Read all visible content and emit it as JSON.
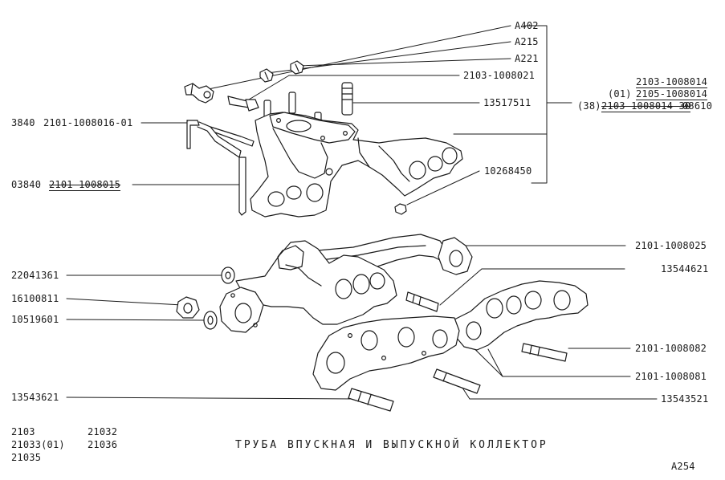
{
  "diagram": {
    "title": "ТРУБА ВПУСКНАЯ И ВЫПУСКНОЙ КОЛЛЕКТОР",
    "page_code": "A254",
    "models": {
      "col1": [
        "2103",
        "21033(01)",
        "21035"
      ],
      "col2": [
        "21032",
        "21036"
      ]
    },
    "labels": {
      "a402": "A402",
      "a215": "A215",
      "a221": "A221",
      "p2103_1008021": "2103-1008021",
      "p13517511": "13517511",
      "grp_line1": "2103-1008014",
      "grp_line2_prefix": "(01)",
      "grp_line2": "2105-1008014",
      "grp_line3_prefix": "(38)",
      "grp_line3": "2103-1008014-30",
      "grp_line3_suffix": "08610",
      "p3840": "3840",
      "p2101_1008016_01": "2101-1008016-01",
      "p03840": "03840",
      "p2101_1008015": "2101-1008015",
      "p10268450": "10268450",
      "p2101_1008025": "2101-1008025",
      "p13544621": "13544621",
      "p22041361": "22041361",
      "p16100811": "16100811",
      "p10519601": "10519601",
      "p2101_1008082": "2101-1008082",
      "p2101_1008081": "2101-1008081",
      "p13543521": "13543521",
      "p13543621": "13543621"
    }
  }
}
